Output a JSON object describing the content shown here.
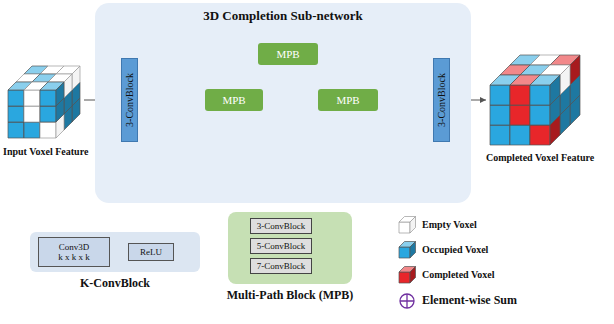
{
  "diagram": {
    "nodes": [
      {
        "text": [
          "3D Completion Sub-network"
        ]
      },
      {
        "text": [
          "3-ConvBlock"
        ],
        "in": 0
      },
      {
        "text": [
          "MPB"
        ],
        "in": 0
      },
      {
        "text": [
          "MPB"
        ],
        "in": 0
      },
      {
        "text": [
          "MPB"
        ],
        "in": 0
      },
      {
        "text": [
          "3-ConvBlock"
        ],
        "in": 0
      },
      {
        "text": [
          "K-ConvBlock"
        ]
      },
      {
        "text": [
          "Conv3D",
          "k x k x k"
        ],
        "in": 6
      },
      {
        "text": [
          "ReLU"
        ],
        "in": 6
      },
      {
        "text": [
          "Multi-Path Block (MPB)"
        ]
      },
      {
        "text": [
          "3-ConvBlock"
        ],
        "in": 9
      },
      {
        "text": [
          "5-ConvBlock"
        ],
        "in": 9
      },
      {
        "text": [
          "7-ConvBlock"
        ],
        "in": 9
      }
    ],
    "edges": [
      {
        "from": 1,
        "to": 3,
        "arrow": "to"
      },
      {
        "from": 3,
        "to": 4,
        "arrow": "to"
      },
      {
        "from": 4,
        "to": 5,
        "arrow": "to"
      },
      {
        "from": 3,
        "to": 5,
        "arrow": "to"
      },
      {
        "from": 1,
        "to": 5,
        "arrow": "to"
      },
      {
        "from": 7,
        "to": 8,
        "arrow": "to"
      }
    ],
    "labels": [
      "Input Voxel Feature",
      "Completed Voxel Feature"
    ],
    "legend": [
      {
        "text": "Empty Voxel",
        "color": "#ffffff"
      },
      {
        "text": "Occupied Voxel",
        "color": "#2aa7df"
      },
      {
        "text": "Completed Voxel",
        "color": "#e8262a"
      },
      {
        "text": "Element-wise Sum"
      }
    ]
  }
}
